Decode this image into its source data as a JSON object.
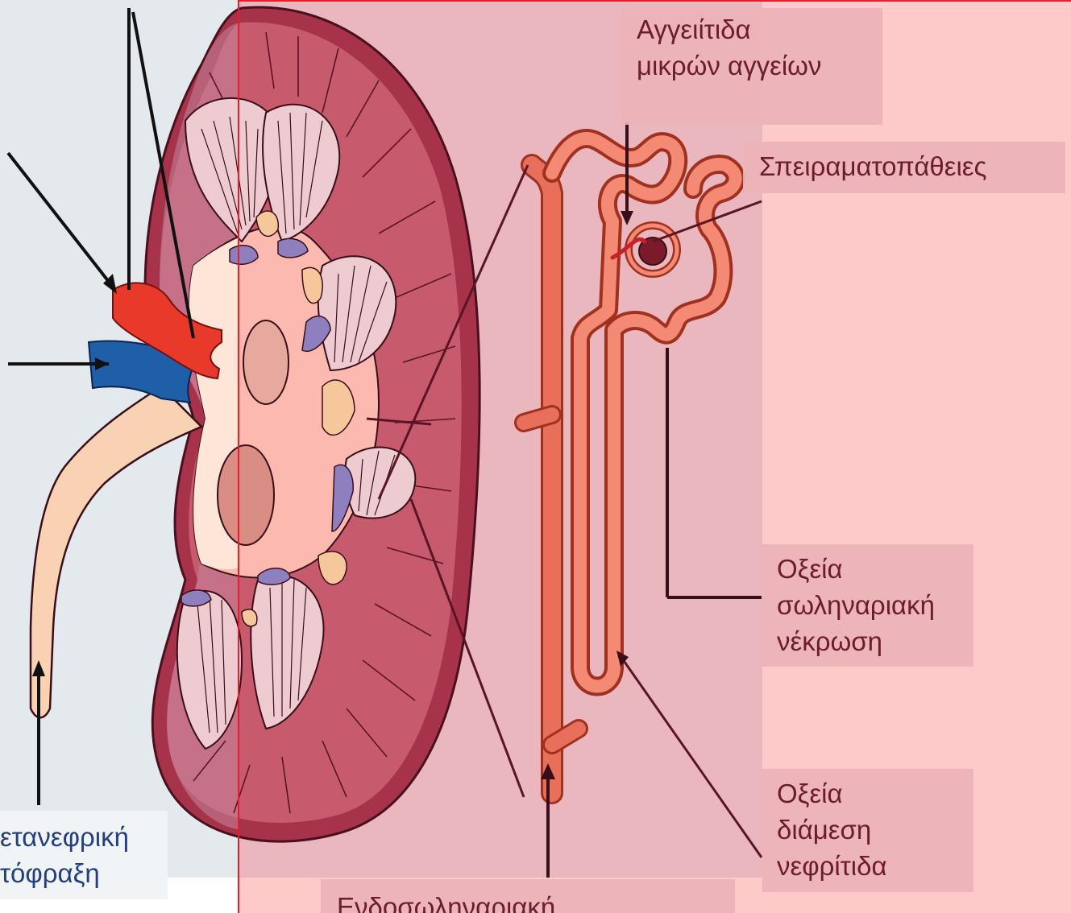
{
  "labels": {
    "small_vessel_vasculitis": {
      "line1": "Αγγειίτιδα",
      "line2": "μικρών αγγείων"
    },
    "glomerulopathies": {
      "line1": "Σπειραματοπάθειες"
    },
    "acute_tubular_necrosis": {
      "line1": "Οξεία",
      "line2": "σωληναριακή",
      "line3": "νέκρωση"
    },
    "acute_interstitial_nephritis": {
      "line1": "Οξεία",
      "line2": "διάμεση",
      "line3": "νεφρίτιδα"
    },
    "postrenal_obstruction": {
      "line1": "ετανεφρική",
      "line2": "τόφραξη"
    },
    "intratubular": {
      "line1": "Ενδοσωληναριακή"
    }
  },
  "colors": {
    "left_panel": "#e4e9ee",
    "right_panel": "#fdc9c9",
    "label_box": "#ecb2b8",
    "divider": "#e41e2a",
    "renal_artery": "#e8392b",
    "renal_vein": "#1e5fa8",
    "ureter": "#f8d2b2",
    "cortex": "#c85a6e",
    "medulla": "#efbcc4",
    "nephron": "#e8705a",
    "text_dark": "#6b1c2f",
    "text_blue": "#243f7f"
  }
}
